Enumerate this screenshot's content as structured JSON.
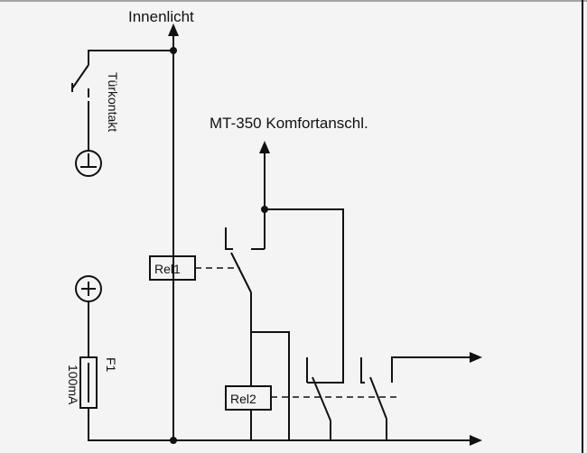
{
  "labels": {
    "innenlicht": "Innenlicht",
    "tuerkontakt": "Türkontakt",
    "mt350": "MT-350 Komfortanschl.",
    "rel1": "Rel1",
    "rel2": "Rel2",
    "fuse_name": "F1",
    "fuse_rating": "100mA"
  },
  "icons": {
    "ground": "ground-symbol-icon",
    "plus": "plus-terminal-icon",
    "arrow": "arrowhead-icon"
  }
}
